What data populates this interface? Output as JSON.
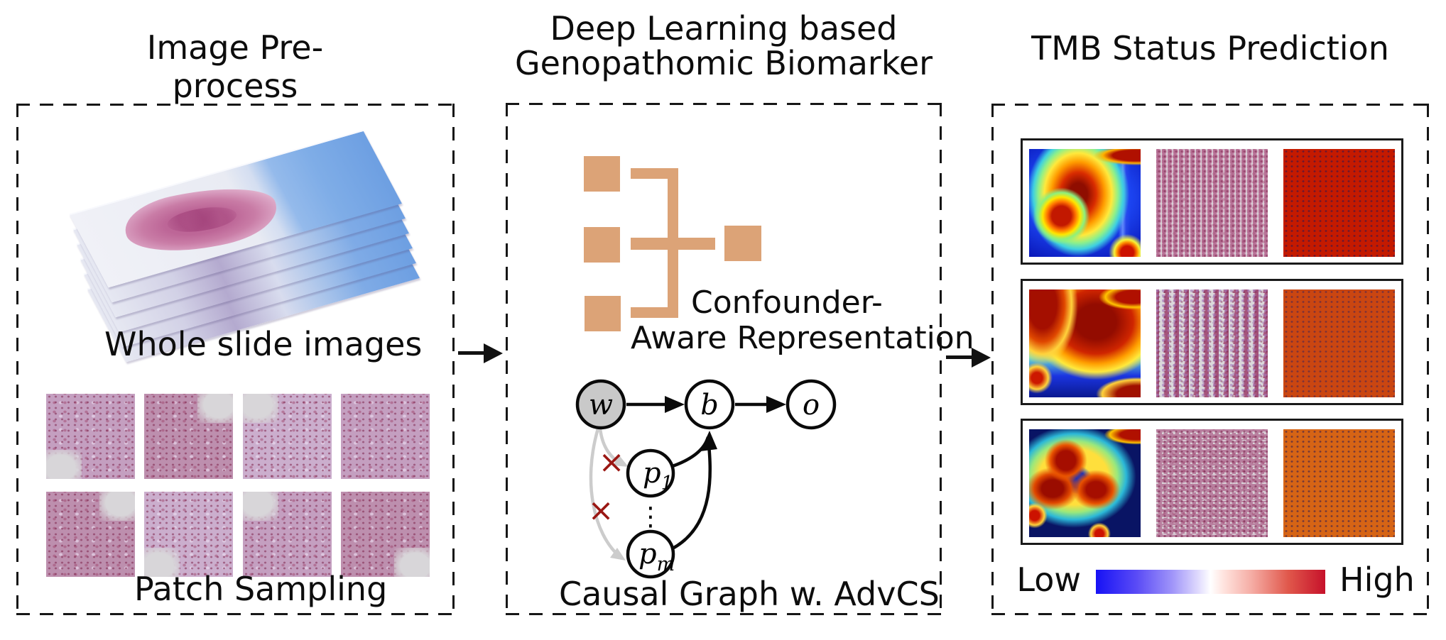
{
  "figure": {
    "left": {
      "title": "Image Pre-process",
      "wsi_caption": "Whole slide images",
      "patch_caption": "Patch Sampling"
    },
    "middle": {
      "title_line1": "Deep Learning based",
      "title_line2": "Genopathomic Biomarker",
      "confounder_line1": "Confounder-",
      "confounder_line2": "Aware Representation",
      "causal_caption": "Causal Graph w. AdvCS",
      "nodes": {
        "w": "w",
        "b": "b",
        "o": "o",
        "p_base": "p",
        "p1_sub": "1",
        "pm_sub": "m"
      },
      "dots": "⋮",
      "cross": "×"
    },
    "right": {
      "title": "TMB Status Prediction",
      "legend_low": "Low",
      "legend_high": "High"
    }
  },
  "colors": {
    "accent_orange": "#DCA377",
    "node_gray": "#C9C9C9",
    "cross_red": "#9A1713",
    "edge_gray": "#CCCCCC",
    "colorbar_blue": "#1712F5",
    "colorbar_red": "#C6112A",
    "heatmap_blue": "#0B1FD4"
  }
}
